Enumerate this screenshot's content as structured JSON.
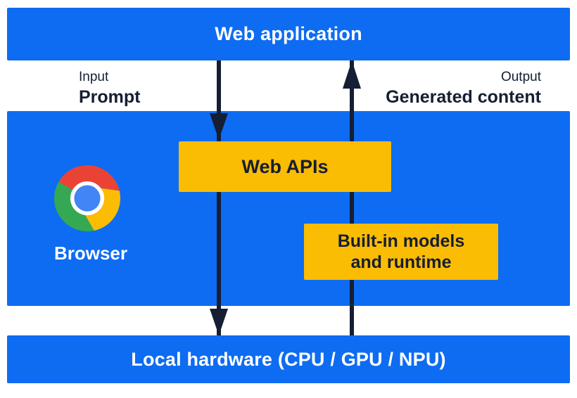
{
  "colors": {
    "blue": "#0d6cf2",
    "yellow": "#fbbc04",
    "navy": "#151e33",
    "white": "#ffffff",
    "chrome_red": "#ea4335",
    "chrome_green": "#34a853",
    "chrome_yellow": "#fbbc04",
    "chrome_blue": "#4285f4"
  },
  "top_bar": {
    "label": "Web application"
  },
  "flow": {
    "input_caption": "Input",
    "input_label": "Prompt",
    "output_caption": "Output",
    "output_label": "Generated content"
  },
  "browser": {
    "label": "Browser",
    "web_apis_label": "Web APIs",
    "builtin_models_line1": "Built-in models",
    "builtin_models_line2": "and runtime"
  },
  "bottom_bar": {
    "label": "Local hardware (CPU / GPU / NPU)"
  }
}
